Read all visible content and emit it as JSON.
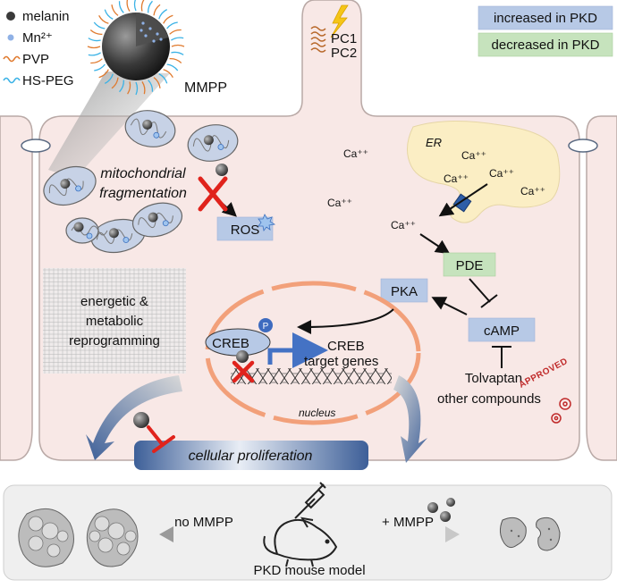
{
  "legend": {
    "melanin": "melanin",
    "mn": "Mn²⁺",
    "pvp": "PVP",
    "hspeg": "HS-PEG",
    "increased": "increased in PKD",
    "decreased": "decreased in PKD"
  },
  "nanoparticle": {
    "label": "MMPP"
  },
  "cilium": {
    "pc1": "PC1",
    "pc2": "PC2"
  },
  "cell": {
    "mito_line1": "mitochondrial",
    "mito_line2": "fragmentation",
    "ros": "ROS",
    "er": "ER",
    "ca": "Ca⁺⁺",
    "pde": "PDE",
    "pka": "PKA",
    "camp": "cAMP",
    "creb": "CREB",
    "p": "P",
    "creb_target1": "CREB",
    "creb_target2": "target genes",
    "nucleus": "nucleus",
    "tolvaptan": "Tolvaptan",
    "approved": "APPROVED",
    "other": "other compounds",
    "reprog1": "energetic &",
    "reprog2": "metabolic",
    "reprog3": "reprogramming",
    "prolif": "cellular  proliferation"
  },
  "bottom": {
    "no_mmpp": "no MMPP",
    "plus_mmpp": "+ MMPP",
    "model": "PKD mouse model"
  },
  "colors": {
    "cell_fill": "#f8e8e6",
    "cell_stroke": "#b9a9a6",
    "increased": "#b7c9e6",
    "decreased": "#c6e3bd",
    "er_fill": "#fbeec4",
    "inhibit_red": "#e0231c",
    "nucleus_ring": "#f2a07a",
    "bottom_panel": "#efefef"
  }
}
